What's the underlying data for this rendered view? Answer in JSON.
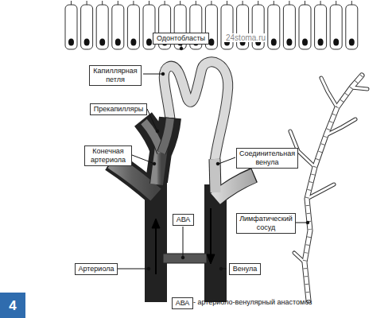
{
  "diagram": {
    "nodes": [
      {
        "text": [
          "Одонтобласты"
        ]
      },
      {
        "text": [
          "Капиллярная петля"
        ]
      },
      {
        "text": [
          "Прекапилляры"
        ]
      },
      {
        "text": [
          "Конечная артериола"
        ]
      },
      {
        "text": [
          "Соединительная венула"
        ]
      },
      {
        "text": [
          "АВА"
        ]
      },
      {
        "text": [
          "Лимфатический сосуд"
        ]
      },
      {
        "text": [
          "Артериола"
        ]
      },
      {
        "text": [
          "Венула"
        ]
      },
      {
        "text": [
          "АВА"
        ]
      },
      {
        "text": [
          "4"
        ]
      }
    ],
    "edges": [],
    "labels": [
      "24stoma.ru",
      "- артериоло-венулярный анастомоз"
    ]
  }
}
